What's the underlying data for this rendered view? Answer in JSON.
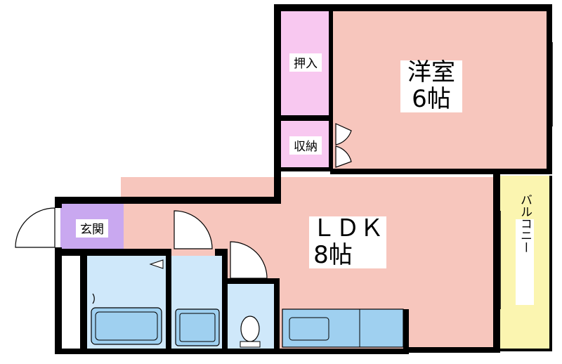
{
  "rooms": {
    "western_room": {
      "name": "洋室",
      "size": "6帖"
    },
    "ldk": {
      "name": "ＬＤＫ",
      "size": "8帖"
    },
    "oshiire": {
      "name": "押入"
    },
    "closet": {
      "name": "収納"
    },
    "entrance": {
      "name": "玄関"
    },
    "balcony": {
      "name": "バルコニー"
    }
  },
  "colors": {
    "living": "#f7c6bd",
    "closet": "#f8c8f0",
    "entrance": "#c9a8f0",
    "wet_area": "#cfe8fa",
    "fixture": "#9fd0f0",
    "balcony": "#fbf5b0",
    "wall": "#000000"
  }
}
